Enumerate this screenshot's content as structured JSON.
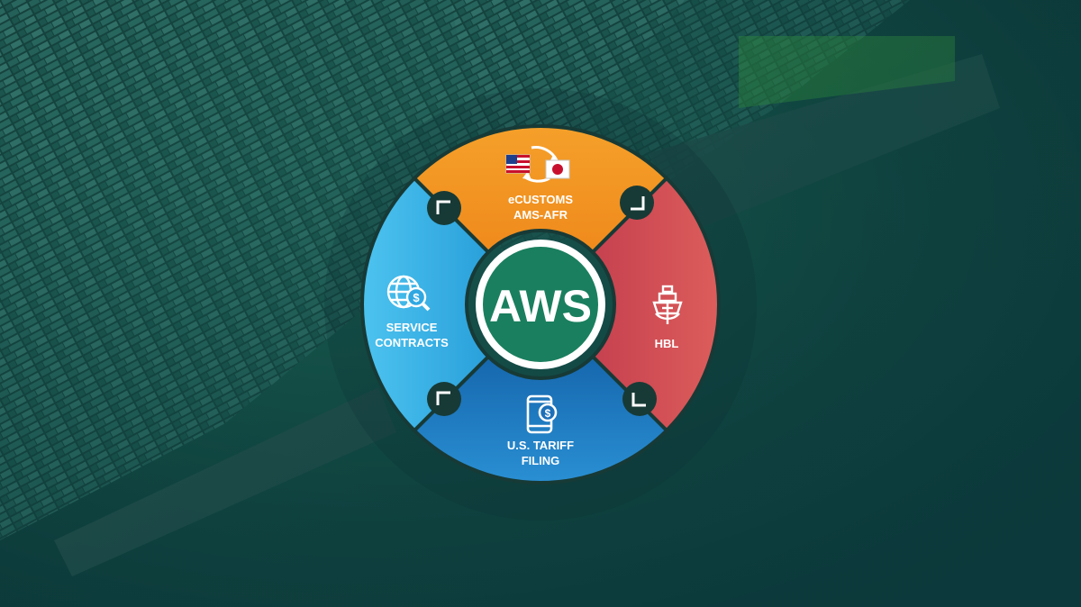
{
  "diagram": {
    "center": {
      "text": "AWS"
    },
    "segments": [
      {
        "id": "ecustoms",
        "lines": [
          "eCUSTOMS",
          "AMS-AFR"
        ],
        "color": "#f3921f",
        "icon": "us-japan-flags-exchange-icon"
      },
      {
        "id": "hbl",
        "lines": [
          "HBL"
        ],
        "color": "#d2505a",
        "icon": "ship-hbl-icon"
      },
      {
        "id": "tariff",
        "lines": [
          "U.S. TARIFF",
          "FILING"
        ],
        "color": "#1c7cc3",
        "icon": "mobile-dollar-icon"
      },
      {
        "id": "contracts",
        "lines": [
          "SERVICE",
          "CONTRACTS"
        ],
        "color": "#35b3e8",
        "icon": "globe-dollar-search-icon"
      }
    ]
  },
  "colors": {
    "background": "#0e3a3f",
    "center_fill": "#1a7f5e",
    "center_ring": "#ffffff",
    "connector": "#173a36"
  }
}
